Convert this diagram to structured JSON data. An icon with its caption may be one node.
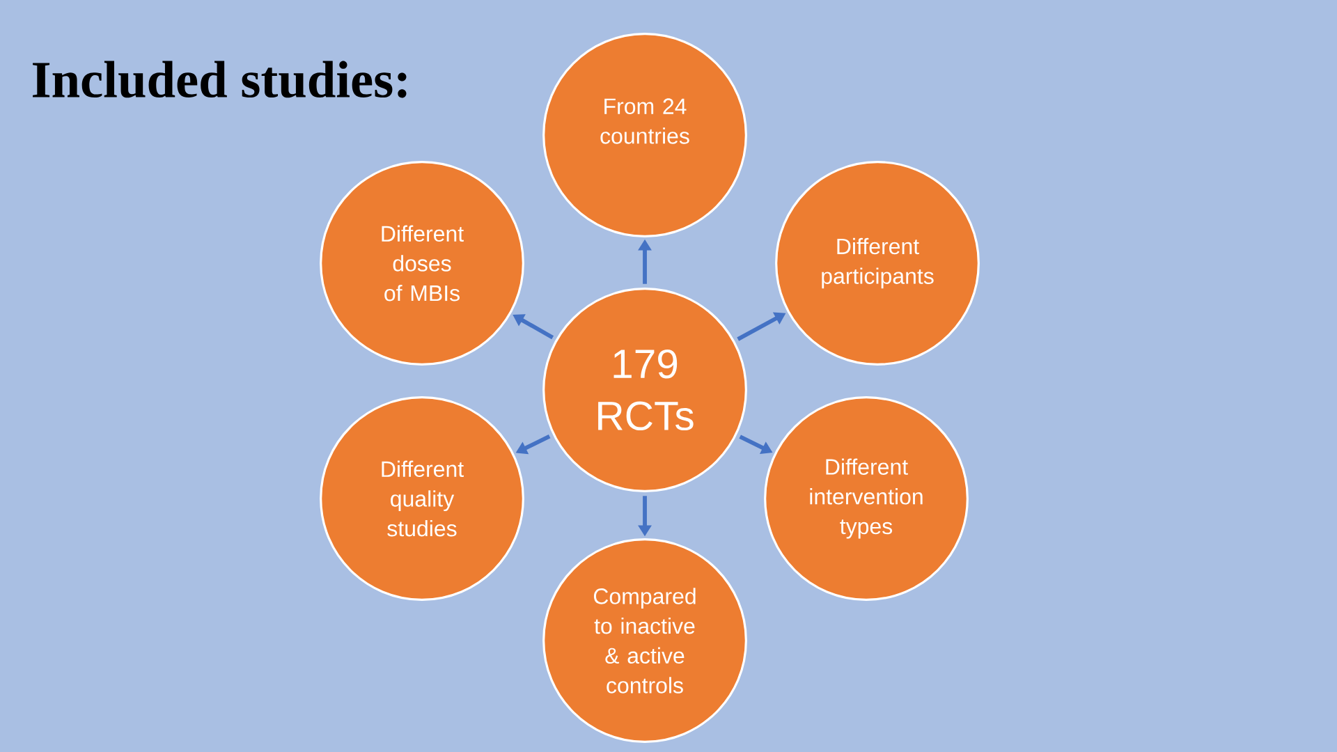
{
  "diagram": {
    "title": "Included studies:",
    "nodes": [
      {
        "text": [
          "From 24 countries"
        ]
      },
      {
        "text": [
          "Different doses of MBIs"
        ]
      },
      {
        "text": [
          "Different participants"
        ]
      },
      {
        "text": [
          "179 RCTs"
        ]
      },
      {
        "text": [
          "Different quality studies"
        ]
      },
      {
        "text": [
          "Different intervention types"
        ]
      },
      {
        "text": [
          "Compared to inactive & active controls"
        ]
      }
    ],
    "edges": [
      {
        "from": 3,
        "to": 0,
        "arrow": "to"
      },
      {
        "from": 3,
        "to": 1,
        "arrow": "to"
      },
      {
        "from": 3,
        "to": 2,
        "arrow": "to"
      },
      {
        "from": 3,
        "to": 4,
        "arrow": "to"
      },
      {
        "from": 3,
        "to": 5,
        "arrow": "to"
      },
      {
        "from": 3,
        "to": 6,
        "arrow": "to"
      }
    ]
  }
}
